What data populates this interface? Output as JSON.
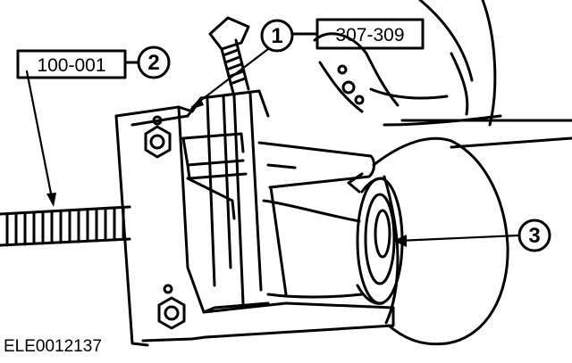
{
  "diagram": {
    "callouts": {
      "c1": {
        "number": "1",
        "tool_code": "307-309"
      },
      "c2": {
        "number": "2",
        "tool_code": "100-001"
      },
      "c3": {
        "number": "3"
      }
    },
    "figure_id": "ELE0012137"
  }
}
